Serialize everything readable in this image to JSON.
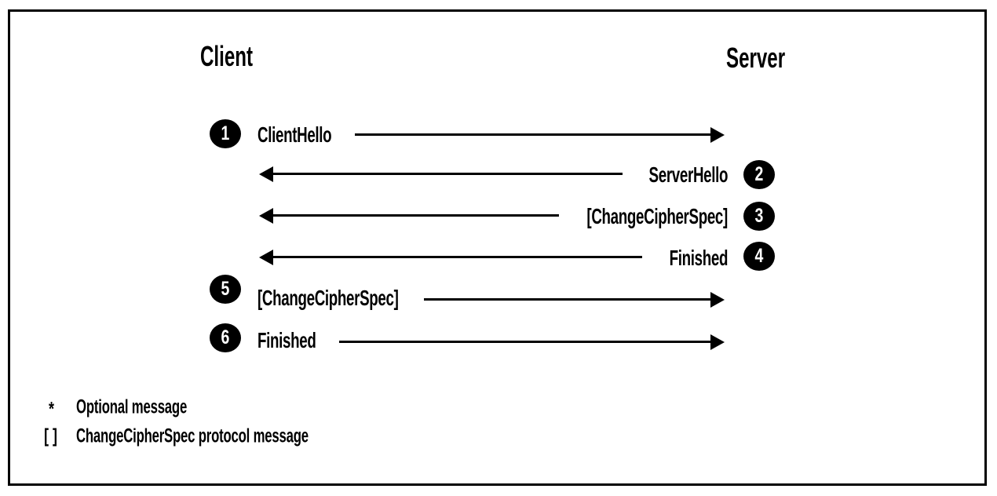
{
  "page": {
    "background": "#ffffff",
    "ink": "#000000"
  },
  "diagram": {
    "type": "message-sequence",
    "columns": {
      "client": "Client",
      "server": "Server"
    },
    "messages": [
      {
        "num": "1",
        "label": "ClientHello",
        "from": "client",
        "to": "server",
        "direction": "right"
      },
      {
        "num": "2",
        "label": "ServerHello",
        "from": "server",
        "to": "client",
        "direction": "left"
      },
      {
        "num": "3",
        "label": "[ChangeCipherSpec]",
        "from": "server",
        "to": "client",
        "direction": "left"
      },
      {
        "num": "4",
        "label": "Finished",
        "from": "server",
        "to": "client",
        "direction": "left"
      },
      {
        "num": "5",
        "label": "[ChangeCipherSpec]",
        "from": "client",
        "to": "server",
        "direction": "right"
      },
      {
        "num": "6",
        "label": "Finished",
        "from": "client",
        "to": "server",
        "direction": "right"
      }
    ],
    "legend": [
      {
        "symbol": "*",
        "text": "Optional message"
      },
      {
        "symbol": "[ ]",
        "text": "ChangeCipherSpec protocol message"
      }
    ]
  }
}
